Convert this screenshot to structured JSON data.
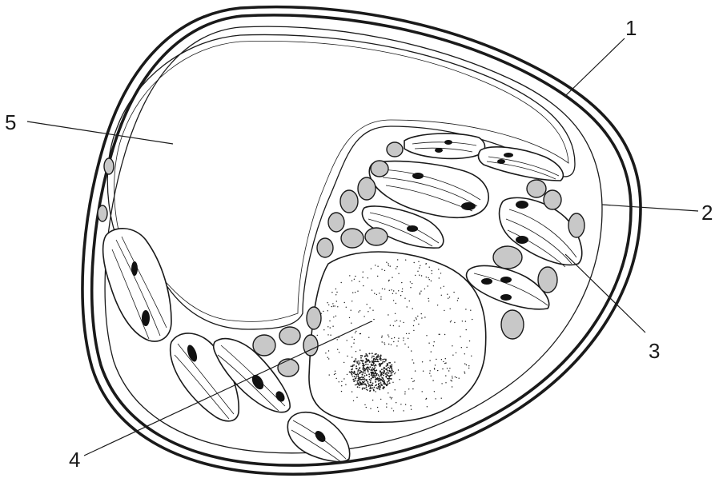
{
  "labels": {
    "one": "1",
    "two": "2",
    "three": "3",
    "four": "4",
    "five": "5"
  },
  "colors": {
    "ink": "#1a1a1a",
    "grain_fill": "#c8c8c8",
    "background": "#ffffff"
  }
}
